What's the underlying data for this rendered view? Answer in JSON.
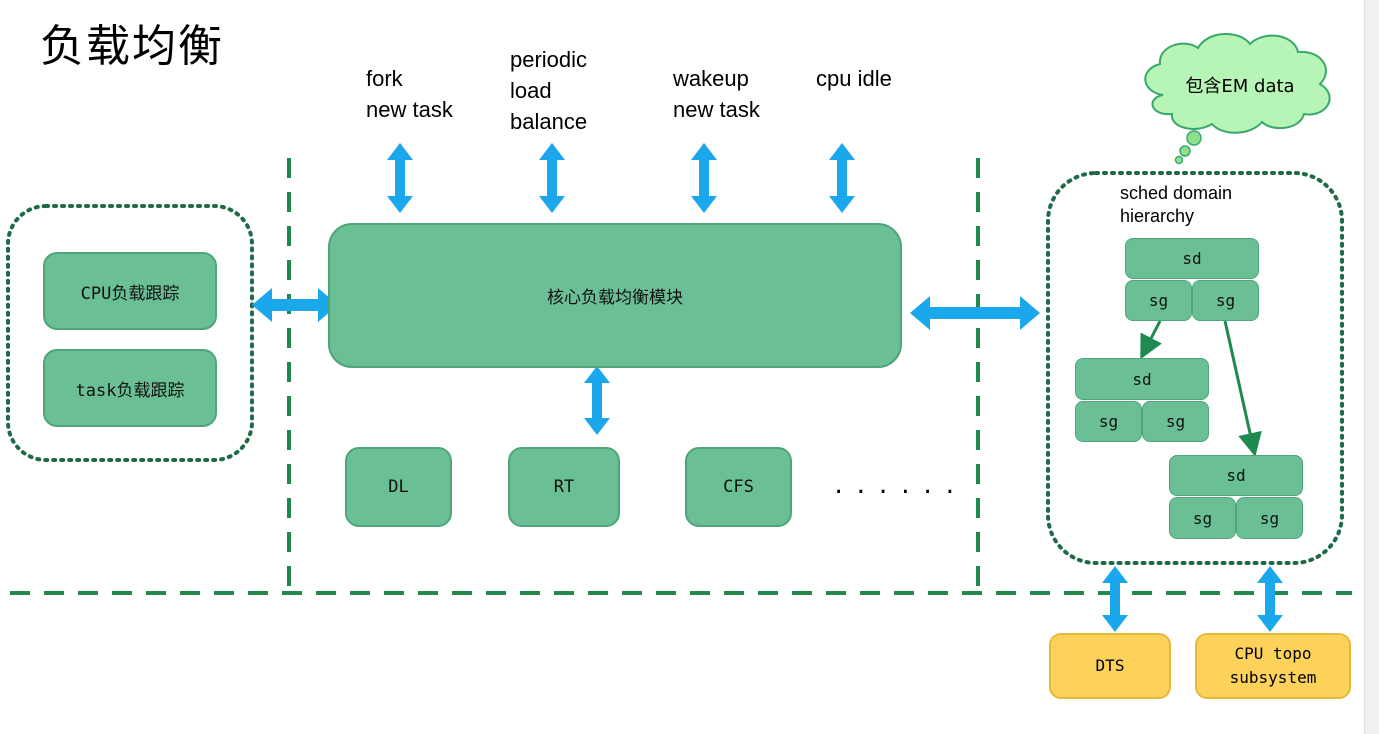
{
  "title": "负载均衡",
  "triggers": {
    "fork": "fork\nnew task",
    "periodic": "periodic\nload\nbalance",
    "wakeup": "wakeup\nnew task",
    "idle": "cpu idle"
  },
  "tracking": {
    "cpu": "CPU负载跟踪",
    "task": "task负载跟踪"
  },
  "core": "核心负载均衡模块",
  "schedulers": [
    "DL",
    "RT",
    "CFS"
  ],
  "more": "......",
  "cloud": "包含EM data",
  "hierarchy_label": "sched domain\nhierarchy",
  "sd_groups": [
    {
      "sd": "sd",
      "sg": [
        "sg",
        "sg"
      ]
    },
    {
      "sd": "sd",
      "sg": [
        "sg",
        "sg"
      ]
    },
    {
      "sd": "sd",
      "sg": [
        "sg",
        "sg"
      ]
    }
  ],
  "external": {
    "dts": "DTS",
    "topo": "CPU topo\nsubsystem"
  },
  "colors": {
    "module_fill": "#6abf94",
    "dashed_line": "#1f8a4c",
    "dotted_border": "#1e6b45",
    "arrow": "#1aa7ec",
    "yellow_box": "#fdd25b",
    "cloud": "#b7f5b6"
  }
}
